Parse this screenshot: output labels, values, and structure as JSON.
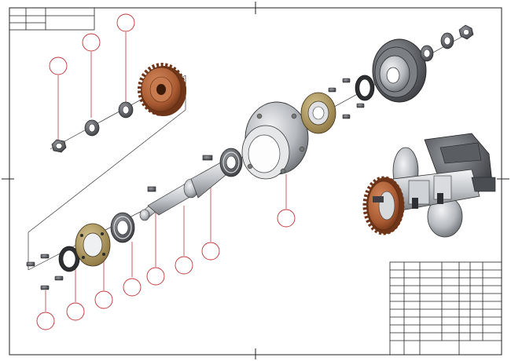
{
  "drawing": {
    "title_block": {
      "rows": 12,
      "cols": 6
    },
    "revision_block": {
      "rows": 3,
      "cols": 3
    },
    "balloons": [
      {
        "id": "balloon-1",
        "label": ""
      },
      {
        "id": "balloon-2",
        "label": ""
      },
      {
        "id": "balloon-3",
        "label": ""
      },
      {
        "id": "balloon-4",
        "label": ""
      },
      {
        "id": "balloon-5",
        "label": ""
      },
      {
        "id": "balloon-6",
        "label": ""
      },
      {
        "id": "balloon-7",
        "label": ""
      },
      {
        "id": "balloon-8",
        "label": ""
      },
      {
        "id": "balloon-9",
        "label": ""
      },
      {
        "id": "balloon-10",
        "label": ""
      },
      {
        "id": "balloon-11",
        "label": ""
      },
      {
        "id": "balloon-12",
        "label": ""
      }
    ],
    "colors": {
      "frame": "#222222",
      "balloon": "#c0353a",
      "steel_light": "#d7d9dc",
      "steel_mid": "#a9acb1",
      "steel_dark": "#55585d",
      "bronze": "#b0643c",
      "bronze_dark": "#6e3518",
      "brass": "#b49a58"
    }
  }
}
